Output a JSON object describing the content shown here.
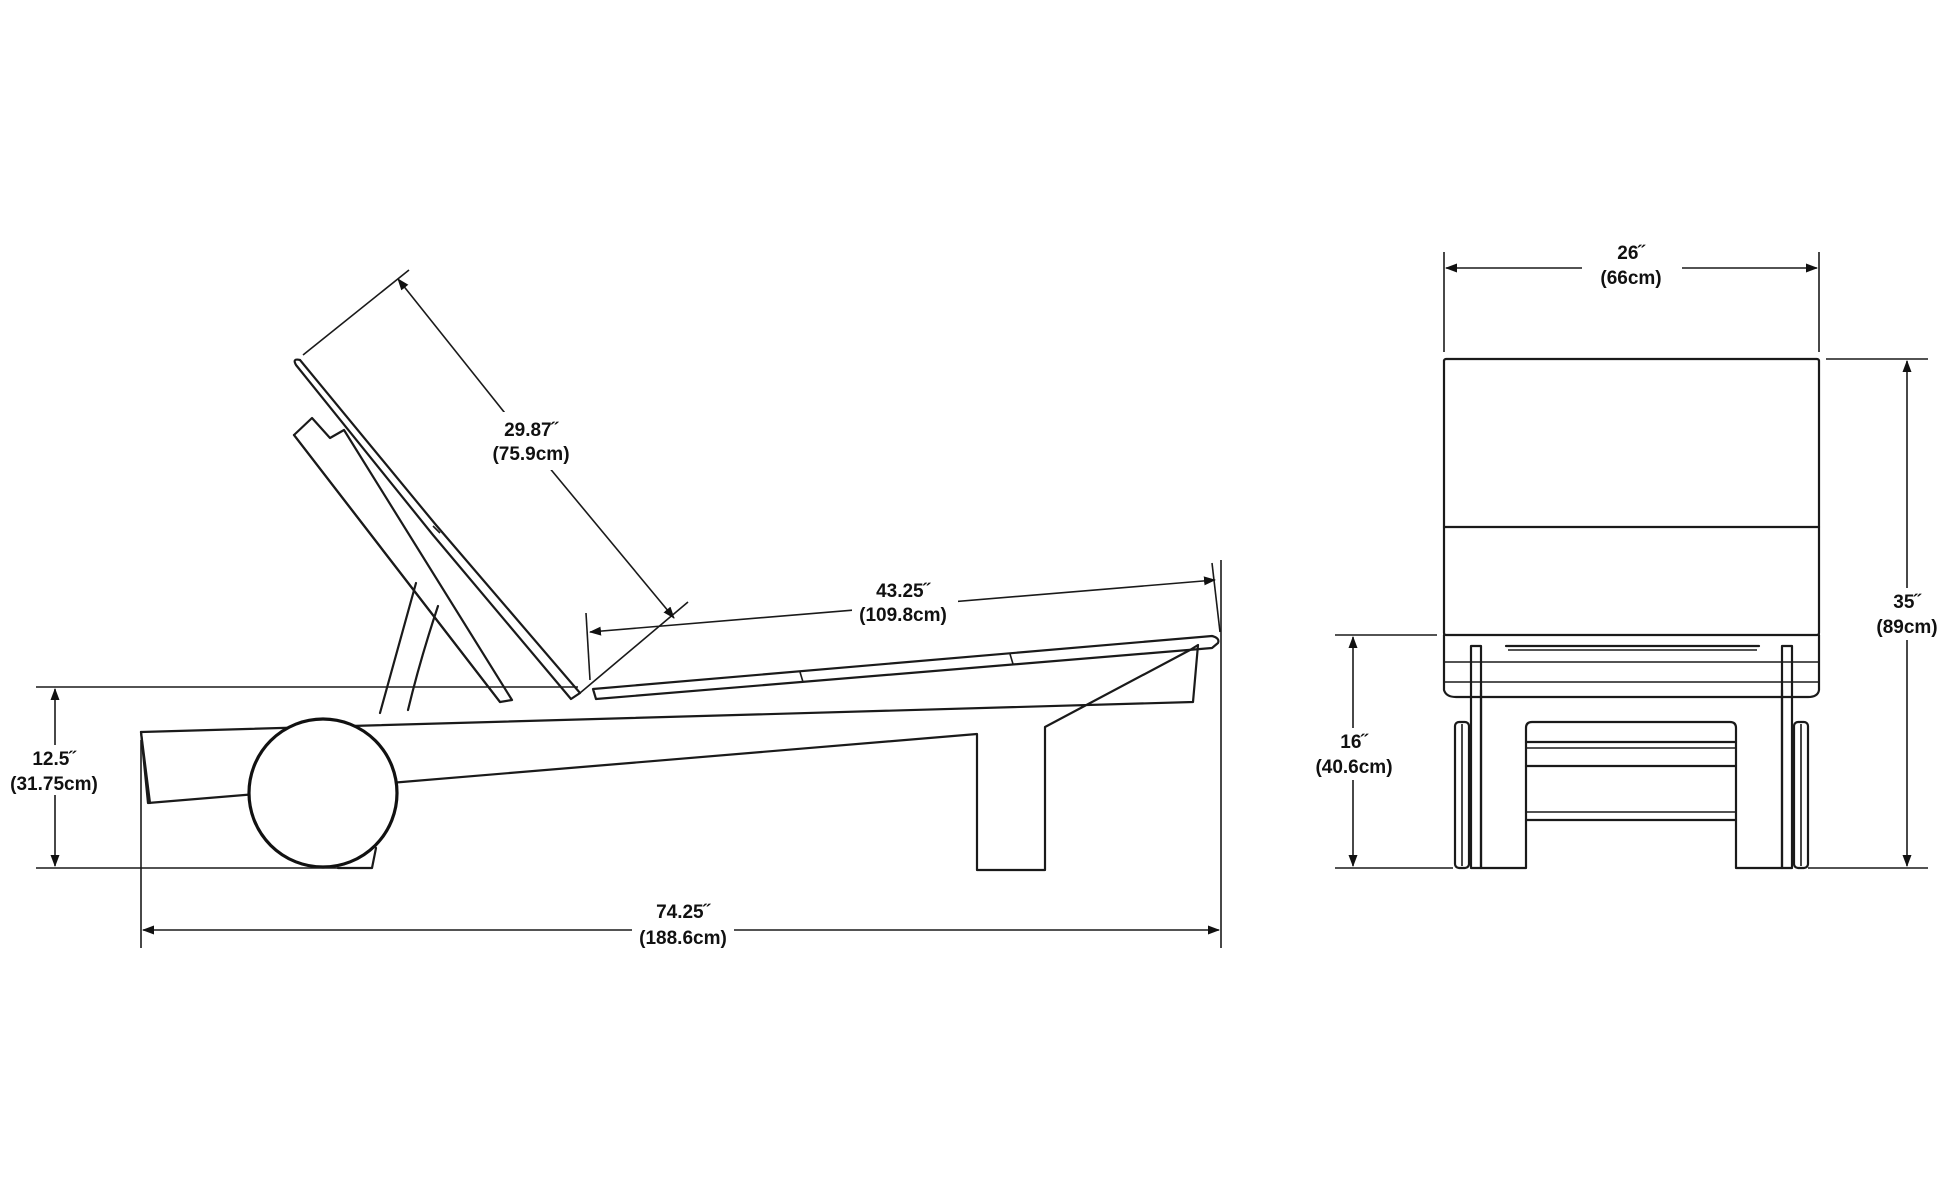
{
  "dimensions": {
    "side_view": {
      "backrest_length": {
        "imperial": "29.87˝",
        "metric": "(75.9cm)"
      },
      "seat_length": {
        "imperial": "43.25˝",
        "metric": "(109.8cm)"
      },
      "seat_height": {
        "imperial": "12.5˝",
        "metric": "(31.75cm)"
      },
      "overall_length": {
        "imperial": "74.25˝",
        "metric": "(188.6cm)"
      }
    },
    "front_view": {
      "width": {
        "imperial": "26˝",
        "metric": "(66cm)"
      },
      "back_height": {
        "imperial": "35˝",
        "metric": "(89cm)"
      },
      "seat_height": {
        "imperial": "16˝",
        "metric": "(40.6cm)"
      }
    }
  }
}
